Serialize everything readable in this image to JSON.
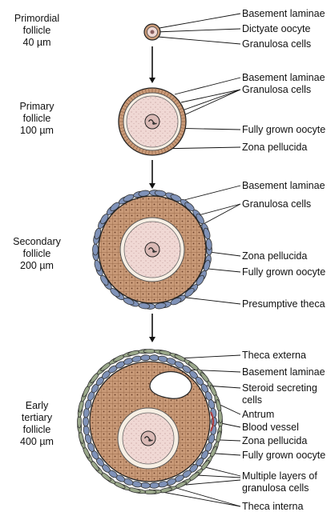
{
  "stages": [
    {
      "lines": [
        "Primordial",
        "follicle",
        "40 µm"
      ]
    },
    {
      "lines": [
        "Primary",
        "follicle",
        "100 µm"
      ]
    },
    {
      "lines": [
        "Secondary",
        "follicle",
        "200 µm"
      ]
    },
    {
      "lines": [
        "Early",
        "tertiary",
        "follicle",
        "400 µm"
      ]
    }
  ],
  "labels": {
    "primordial": [
      "Basement laminae",
      "Dictyate oocyte",
      "Granulosa cells"
    ],
    "primary": [
      "Basement laminae",
      "Granulosa cells",
      "Fully grown oocyte",
      "Zona pellucida"
    ],
    "secondary": [
      "Basement laminae",
      "Granulosa cells",
      "Zona pellucida",
      "Fully grown oocyte",
      "Presumptive theca"
    ],
    "tertiary": [
      "Theca externa",
      "Basement laminae",
      "Steroid secreting",
      "cells",
      "Antrum",
      "Blood vessel",
      "Zona pellucida",
      "Fully grown oocyte",
      "Multiple layers of",
      "granulosa cells",
      "Theca interna"
    ]
  },
  "colors": {
    "granulosa": "#c99a78",
    "granulosa_dark": "#8a5a3a",
    "oocyte": "#f0d8d4",
    "zona": "#f7efe4",
    "theca": "#7f92b8",
    "theca_externa": "#9aa88a",
    "nucleus": "#d9b9b5",
    "line": "#111111"
  }
}
